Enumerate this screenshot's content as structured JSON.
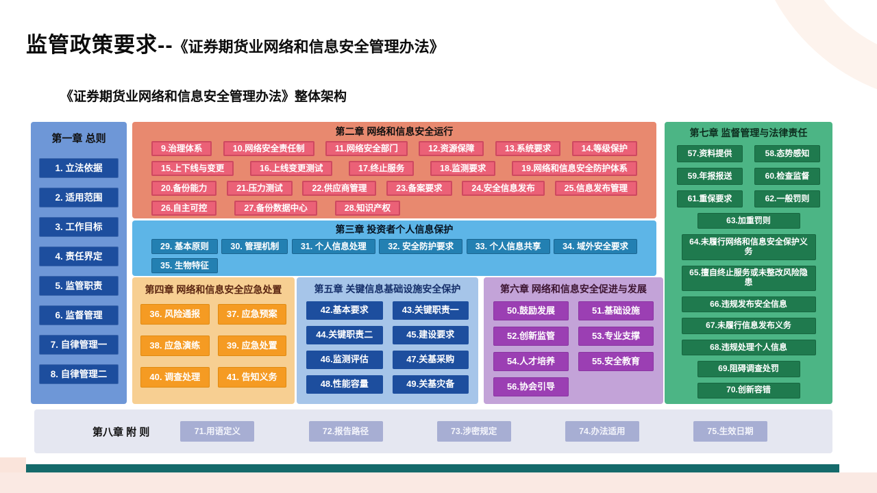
{
  "page": {
    "title_main": "监管政策要求--",
    "title_law": "《证券期货业网络和信息安全管理办法》",
    "subtitle": "《证券期货业网络和信息安全管理办法》整体架构"
  },
  "colors": {
    "ch1_panel": "#6E97D7",
    "ch1_item": "#1D4E9E",
    "ch2_panel": "#E8896F",
    "ch2_item": "#EB6177",
    "ch2_item_border": "#CE4860",
    "ch3_panel": "#5DB5E7",
    "ch3_item": "#2380B2",
    "ch4_panel": "#F7CF92",
    "ch4_item": "#F59B23",
    "ch5_panel": "#A6C5E9",
    "ch5_item": "#1D4E9E",
    "ch6_panel": "#C3A3D8",
    "ch6_item": "#9B3FB3",
    "ch7_panel": "#4CB585",
    "ch7_item": "#1F7A4E",
    "ch8_panel": "#E5E7F1",
    "ch8_item": "#A7AED3",
    "footer_bar": "#156A6B",
    "bottom_band": "#FAE9E3",
    "ring": "#FDF3ED"
  },
  "chapters": {
    "ch1": {
      "title": "第一章 总则",
      "items": [
        "1. 立法依据",
        "2. 适用范围",
        "3. 工作目标",
        "4. 责任界定",
        "5. 监管职责",
        "6. 监督管理",
        "7. 自律管理一",
        "8. 自律管理二"
      ]
    },
    "ch2": {
      "title": "第二章 网络和信息安全运行",
      "row1": [
        "9.治理体系",
        "10.网络安全责任制",
        "11.网络安全部门",
        "12.资源保障",
        "13.系统要求",
        "14.等级保护"
      ],
      "row2": [
        "15.上下线与变更",
        "16.上线变更测试",
        "17.终止服务",
        "18.监测要求",
        "19.网络和信息安全防护体系"
      ],
      "row3": [
        "20.备份能力",
        "21.压力测试",
        "22.供应商管理",
        "23.备案要求",
        "24.安全信息发布",
        "25.信息发布管理"
      ],
      "row4": [
        "26.自主可控",
        "27.备份数据中心",
        "28.知识产权"
      ]
    },
    "ch3": {
      "title": "第三章 投资者个人信息保护",
      "row1": [
        "29. 基本原则",
        "30. 管理机制",
        "31. 个人信息处理",
        "32. 安全防护要求",
        "33. 个人信息共享",
        "34. 域外安全要求"
      ],
      "row2": [
        "35. 生物特征"
      ]
    },
    "ch4": {
      "title": "第四章 网络和信息安全应急处置",
      "items": [
        "36. 风险通报",
        "37. 应急预案",
        "38. 应急演练",
        "39. 应急处置",
        "40. 调查处理",
        "41. 告知义务"
      ]
    },
    "ch5": {
      "title": "第五章 关键信息基础设施安全保护",
      "items": [
        "42.基本要求",
        "43.关键职责一",
        "44.关键职责二",
        "45.建设要求",
        "46.监测评估",
        "47.关基采购",
        "48.性能容量",
        "49.关基灾备"
      ]
    },
    "ch6": {
      "title": "第六章 网络和信息安全促进与发展",
      "items": [
        "50.鼓励发展",
        "51.基础设施",
        "52.创新监管",
        "53.专业支撑",
        "54.人才培养",
        "55.安全教育",
        "56.协会引导"
      ]
    },
    "ch7": {
      "title": "第七章 监督管理与法律责任",
      "pairs": [
        "57.资料提供",
        "58.态势感知",
        "59.年报报送",
        "60.检查监督",
        "61.重保要求",
        "62.一般罚则"
      ],
      "singles": [
        "63.加重罚则",
        "64.未履行网络和信息安全保护义务",
        "65.擅自终止服务或未整改风险隐患",
        "66.违规发布安全信息",
        "67.未履行信息发布义务",
        "68.违规处理个人信息",
        "69.阻碍调查处罚",
        "70.创新容错"
      ]
    },
    "ch8": {
      "title": "第八章 附 则",
      "items": [
        "71.用语定义",
        "72.报告路径",
        "73.涉密规定",
        "74.办法适用",
        "75.生效日期"
      ]
    }
  }
}
